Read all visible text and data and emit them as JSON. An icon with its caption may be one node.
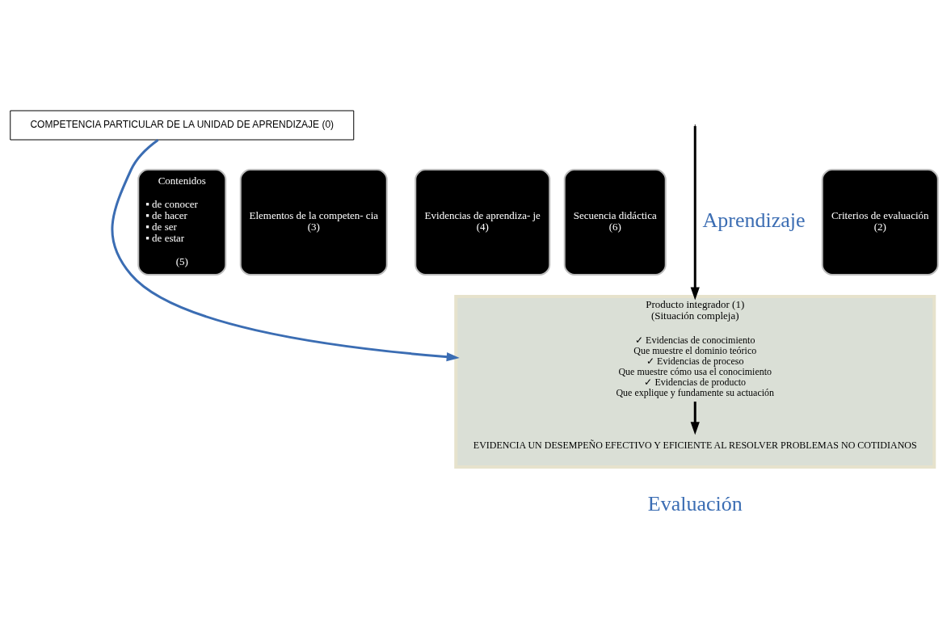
{
  "diagram": {
    "nodes": [
      {
        "text": [
          "COMPETENCIA PARTICULAR DE LA UNIDAD DE APRENDIZAJE (0)"
        ]
      },
      {
        "text": [
          "Elementos de la competen- cia",
          "(3)"
        ]
      },
      {
        "text": [
          "Evidencias de aprendiza- je",
          "(4)"
        ]
      },
      {
        "text": [
          "Contenidos",
          "▪ de conocer",
          "▪ de hacer",
          "▪ de ser",
          "▪ de estar",
          "(5)"
        ]
      },
      {
        "text": [
          "Secuencia didáctica",
          "(6)"
        ]
      },
      {
        "text": [
          "Criterios de evaluación",
          "(2)"
        ]
      },
      {
        "text": [
          "Producto integrador (1)",
          "(Situación compleja)"
        ]
      },
      {
        "text": [
          "✓ Evidencias de conocimiento",
          "Que muestre el dominio teórico",
          "✓ Evidencias de proceso",
          "Que muestre cómo usa el conocimiento",
          "✓ Evidencias de producto",
          "Que explique y fundamente su actuación"
        ],
        "in": 6
      },
      {
        "text": [
          "EVIDENCIA UN DESEMPEÑO EFECTIVO Y EFICIENTE AL RESOLVER PROBLEMAS NO COTIDIANOS"
        ],
        "in": 6
      }
    ],
    "edges": [
      {
        "from": 0,
        "to": 6,
        "arrow": "to",
        "color": "#3b6db3"
      },
      {
        "from": null,
        "to": 6,
        "arrow": "to",
        "label": "Aprendizaje"
      },
      {
        "from": 7,
        "to": 8,
        "arrow": "to"
      }
    ],
    "labels": [
      "Evaluación"
    ]
  }
}
